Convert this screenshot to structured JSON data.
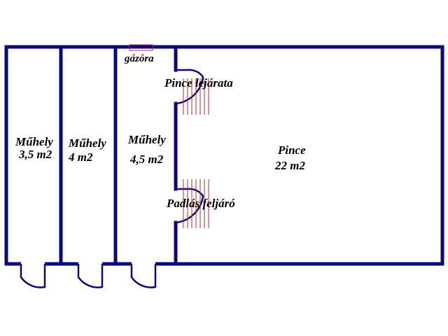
{
  "plan": {
    "rooms": [
      {
        "id": "muhely-1",
        "name": "Műhely",
        "area": "3,5 m2"
      },
      {
        "id": "muhely-2",
        "name": "Műhely",
        "area": "4 m2"
      },
      {
        "id": "muhely-3",
        "name": "Műhely",
        "area": "4,5 m2"
      },
      {
        "id": "pince",
        "name": "Pince",
        "area": "22 m2"
      }
    ],
    "labels": {
      "gazora": "gázóra",
      "pince_lejarata": "Pince lejárata",
      "padlas_feljaro": "Padlás feljáró"
    },
    "colors": {
      "wall": "#0a0a7a",
      "stair": "#cc2222",
      "text": "#000000"
    }
  }
}
